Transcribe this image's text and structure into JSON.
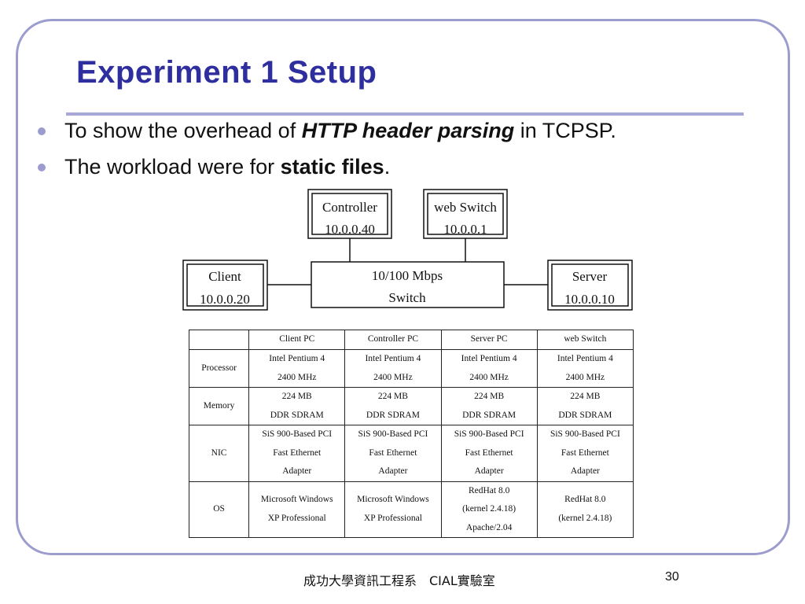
{
  "slide": {
    "title": "Experiment 1 Setup",
    "bullets": [
      {
        "before": "To show the overhead of ",
        "emph": "HTTP header parsing",
        "after": " in TCPSP."
      },
      {
        "before": "The workload were for ",
        "emph": "static files",
        "after": "."
      }
    ]
  },
  "diagram": {
    "controller": {
      "name": "Controller",
      "ip": "10.0.0.40"
    },
    "web_switch": {
      "name": "web Switch",
      "ip": "10.0.0.1"
    },
    "client": {
      "name": "Client",
      "ip": "10.0.0.20"
    },
    "switch": {
      "line1": "10/100 Mbps",
      "line2": "Switch"
    },
    "server": {
      "name": "Server",
      "ip": "10.0.0.10"
    }
  },
  "specs": {
    "columns": [
      "",
      "Client PC",
      "Controller PC",
      "Server PC",
      "web Switch"
    ],
    "rows": [
      {
        "label": "Processor",
        "cells": [
          [
            "Intel Pentium 4",
            "2400 MHz"
          ],
          [
            "Intel Pentium 4",
            "2400 MHz"
          ],
          [
            "Intel Pentium 4",
            "2400 MHz"
          ],
          [
            "Intel Pentium 4",
            "2400 MHz"
          ]
        ]
      },
      {
        "label": "Memory",
        "cells": [
          [
            "224 MB",
            "DDR SDRAM"
          ],
          [
            "224 MB",
            "DDR SDRAM"
          ],
          [
            "224 MB",
            "DDR SDRAM"
          ],
          [
            "224 MB",
            "DDR SDRAM"
          ]
        ]
      },
      {
        "label": "NIC",
        "cells": [
          [
            "SiS 900-Based PCI",
            "Fast Ethernet",
            "Adapter"
          ],
          [
            "SiS 900-Based PCI",
            "Fast Ethernet",
            "Adapter"
          ],
          [
            "SiS 900-Based PCI",
            "Fast Ethernet",
            "Adapter"
          ],
          [
            "SiS 900-Based PCI",
            "Fast Ethernet",
            "Adapter"
          ]
        ]
      },
      {
        "label": "OS",
        "cells": [
          [
            "Microsoft Windows",
            "XP Professional"
          ],
          [
            "Microsoft Windows",
            "XP Professional"
          ],
          [
            "RedHat 8.0",
            "(kernel 2.4.18)",
            "Apache/2.04"
          ],
          [
            "RedHat 8.0",
            "(kernel 2.4.18)"
          ]
        ]
      }
    ]
  },
  "footer": {
    "text": "成功大學資訊工程系　CIAL實驗室",
    "page": "30"
  },
  "colors": {
    "title": "#2e2e9e",
    "accent": "#9c9ccf"
  }
}
